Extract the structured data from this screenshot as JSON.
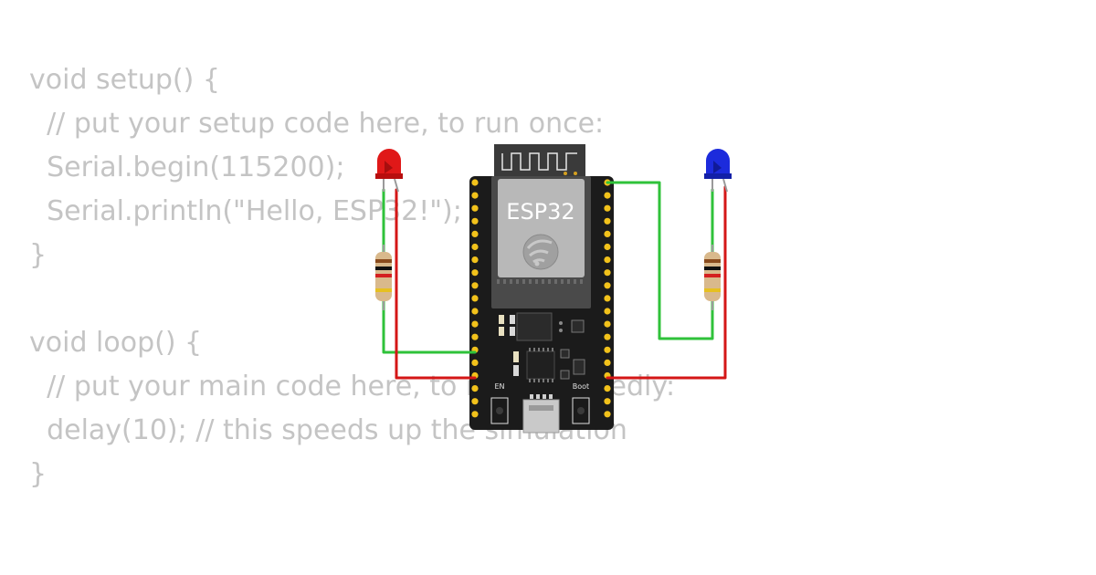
{
  "code": {
    "lines": [
      "void setup() {",
      "  // put your setup code here, to run once:",
      "  Serial.begin(115200);",
      "  Serial.println(\"Hello, ESP32!\");",
      "}",
      "",
      "void loop() {",
      "  // put your main code here, to run repeatedly:",
      "  delay(10); // this speeds up the simulation",
      "}"
    ]
  },
  "board": {
    "chip_label": "ESP32",
    "en_label": "EN",
    "boot_label": "Boot",
    "logo": "espressif-logo-icon",
    "antenna": "wifi-antenna-icon",
    "usb": "micro-usb-port"
  },
  "parts": {
    "led_left_color": "#e01818",
    "led_right_color": "#1c2bdc",
    "wire_green": "#2fc23a",
    "wire_red": "#d41616",
    "board_color": "#1b1b1b",
    "pin_color": "#f2c21b"
  }
}
